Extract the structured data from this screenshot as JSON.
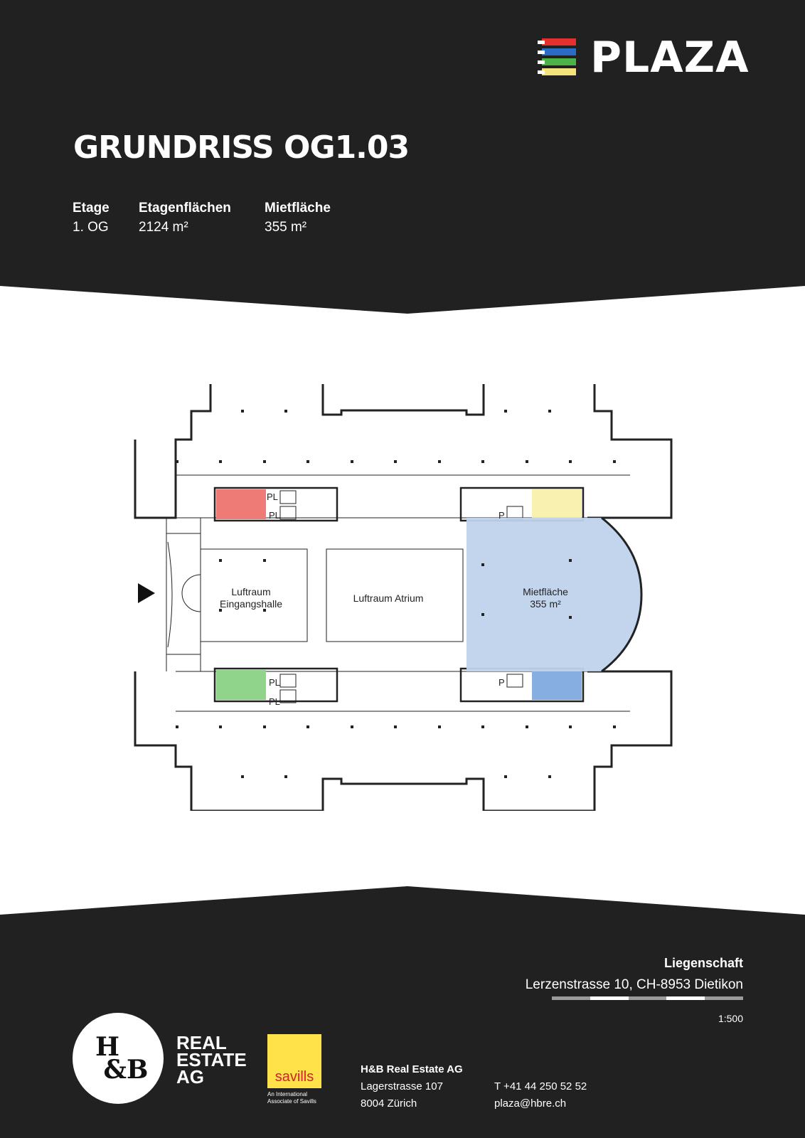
{
  "brand": {
    "name": "PLAZA",
    "stripe_colors": [
      "#e4312e",
      "#2b6dc6",
      "#4bb348",
      "#f2e37a"
    ]
  },
  "title": "GRUNDRISS OG1.03",
  "facts": [
    {
      "label": "Etage",
      "value": "1. OG"
    },
    {
      "label": "Etagenflächen",
      "value": "2124 m²"
    },
    {
      "label": "Mietfläche",
      "value": "355 m²"
    }
  ],
  "plan": {
    "rooms": {
      "eingangshalle": [
        "Luftraum",
        "Eingangshalle"
      ],
      "atrium": "Luftraum Atrium",
      "mietflaeche": [
        "Mietfläche",
        "355 m²"
      ]
    },
    "pl_label": "PL",
    "p_label": "P",
    "highlight_colors": {
      "rental_area": "#bfd3ec",
      "stair_red": "#ee7b76",
      "stair_yellow": "#f8efa6",
      "stair_green": "#8fd48a",
      "stair_blue": "#86aee0"
    }
  },
  "property": {
    "label": "Liegenschaft",
    "address": "Lerzenstrasse 10, CH-8953 Dietikon",
    "scale": "1:500"
  },
  "logos": {
    "hb_mark": [
      "H",
      "&B"
    ],
    "real_estate_lines": [
      "REAL",
      "ESTATE",
      "AG"
    ],
    "savills_name": "savills",
    "savills_tag": [
      "An International",
      "Associate of Savills"
    ]
  },
  "contact": {
    "company": "H&B Real Estate AG",
    "street": "Lagerstrasse 107",
    "city": "8004 Zürich",
    "phone": "T +41 44 250 52 52",
    "email": "plaza@hbre.ch"
  },
  "colors": {
    "dark": "#212121",
    "white": "#ffffff"
  }
}
